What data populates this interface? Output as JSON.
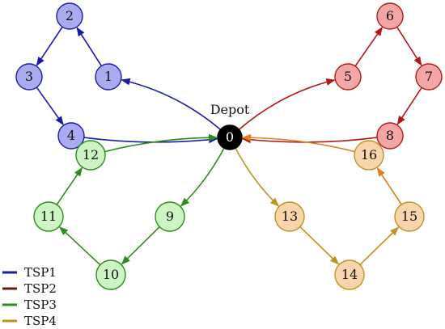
{
  "diagram": {
    "depot_label": "Depot",
    "colors": {
      "tsp1_stroke": "#1a1aa8",
      "tsp2_stroke": "#b01818",
      "tsp3_stroke": "#2c8c1c",
      "tsp4_stroke": "#b89620",
      "tsp4_alt_stroke": "#e07f1c",
      "blue_fill": "#aaaaee",
      "red_fill": "#f4a6a6",
      "green_fill": "#cdf5c4",
      "orange_fill": "#fad4ab",
      "depot_fill": "#000000"
    },
    "nodes": [
      {
        "id": "0",
        "label": "0",
        "group": "depot"
      },
      {
        "id": "1",
        "label": "1",
        "group": "blue"
      },
      {
        "id": "2",
        "label": "2",
        "group": "blue"
      },
      {
        "id": "3",
        "label": "3",
        "group": "blue"
      },
      {
        "id": "4",
        "label": "4",
        "group": "blue"
      },
      {
        "id": "5",
        "label": "5",
        "group": "red"
      },
      {
        "id": "6",
        "label": "6",
        "group": "red"
      },
      {
        "id": "7",
        "label": "7",
        "group": "red"
      },
      {
        "id": "8",
        "label": "8",
        "group": "red"
      },
      {
        "id": "9",
        "label": "9",
        "group": "green"
      },
      {
        "id": "10",
        "label": "10",
        "group": "green"
      },
      {
        "id": "11",
        "label": "11",
        "group": "green"
      },
      {
        "id": "12",
        "label": "12",
        "group": "green"
      },
      {
        "id": "13",
        "label": "13",
        "group": "orange"
      },
      {
        "id": "14",
        "label": "14",
        "group": "orange"
      },
      {
        "id": "15",
        "label": "15",
        "group": "orange"
      },
      {
        "id": "16",
        "label": "16",
        "group": "orange"
      }
    ],
    "edges": [
      {
        "from": "0",
        "to": "1",
        "route": "TSP1"
      },
      {
        "from": "1",
        "to": "2",
        "route": "TSP1"
      },
      {
        "from": "2",
        "to": "3",
        "route": "TSP1"
      },
      {
        "from": "3",
        "to": "4",
        "route": "TSP1"
      },
      {
        "from": "4",
        "to": "0",
        "route": "TSP1"
      },
      {
        "from": "0",
        "to": "5",
        "route": "TSP2"
      },
      {
        "from": "5",
        "to": "6",
        "route": "TSP2"
      },
      {
        "from": "6",
        "to": "7",
        "route": "TSP2"
      },
      {
        "from": "7",
        "to": "8",
        "route": "TSP2"
      },
      {
        "from": "8",
        "to": "0",
        "route": "TSP2"
      },
      {
        "from": "0",
        "to": "9",
        "route": "TSP3"
      },
      {
        "from": "9",
        "to": "10",
        "route": "TSP3"
      },
      {
        "from": "10",
        "to": "11",
        "route": "TSP3"
      },
      {
        "from": "11",
        "to": "12",
        "route": "TSP3"
      },
      {
        "from": "12",
        "to": "0",
        "route": "TSP3"
      },
      {
        "from": "0",
        "to": "13",
        "route": "TSP4"
      },
      {
        "from": "13",
        "to": "14",
        "route": "TSP4"
      },
      {
        "from": "14",
        "to": "15",
        "route": "TSP4"
      },
      {
        "from": "15",
        "to": "16",
        "route": "TSP4"
      },
      {
        "from": "16",
        "to": "0",
        "route": "TSP4"
      }
    ]
  },
  "legend": {
    "items": [
      {
        "label": "TSP1",
        "color": "#1a1aa8"
      },
      {
        "label": "TSP2",
        "color": "#6e1a10"
      },
      {
        "label": "TSP3",
        "color": "#2c8c1c"
      },
      {
        "label": "TSP4",
        "color": "#b89620"
      }
    ]
  }
}
